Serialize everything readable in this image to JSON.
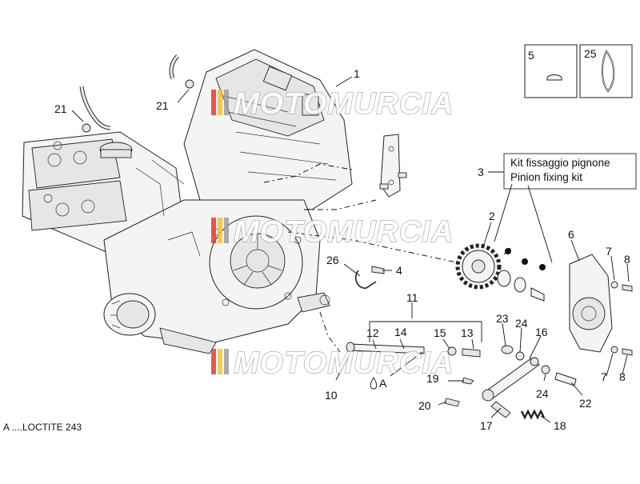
{
  "callouts": [
    "1",
    "2",
    "3",
    "4",
    "5",
    "6",
    "7",
    "8",
    "10",
    "11",
    "12",
    "13",
    "14",
    "15",
    "16",
    "17",
    "18",
    "19",
    "20",
    "21",
    "22",
    "23",
    "24",
    "25",
    "26"
  ],
  "kit_label": {
    "it": "Kit fissaggio pignone",
    "en": "Pinion fixing kit"
  },
  "footnote": "A ....LOCTITE 243",
  "loctite_marker": "A",
  "watermark": "MOTOMURCIA"
}
